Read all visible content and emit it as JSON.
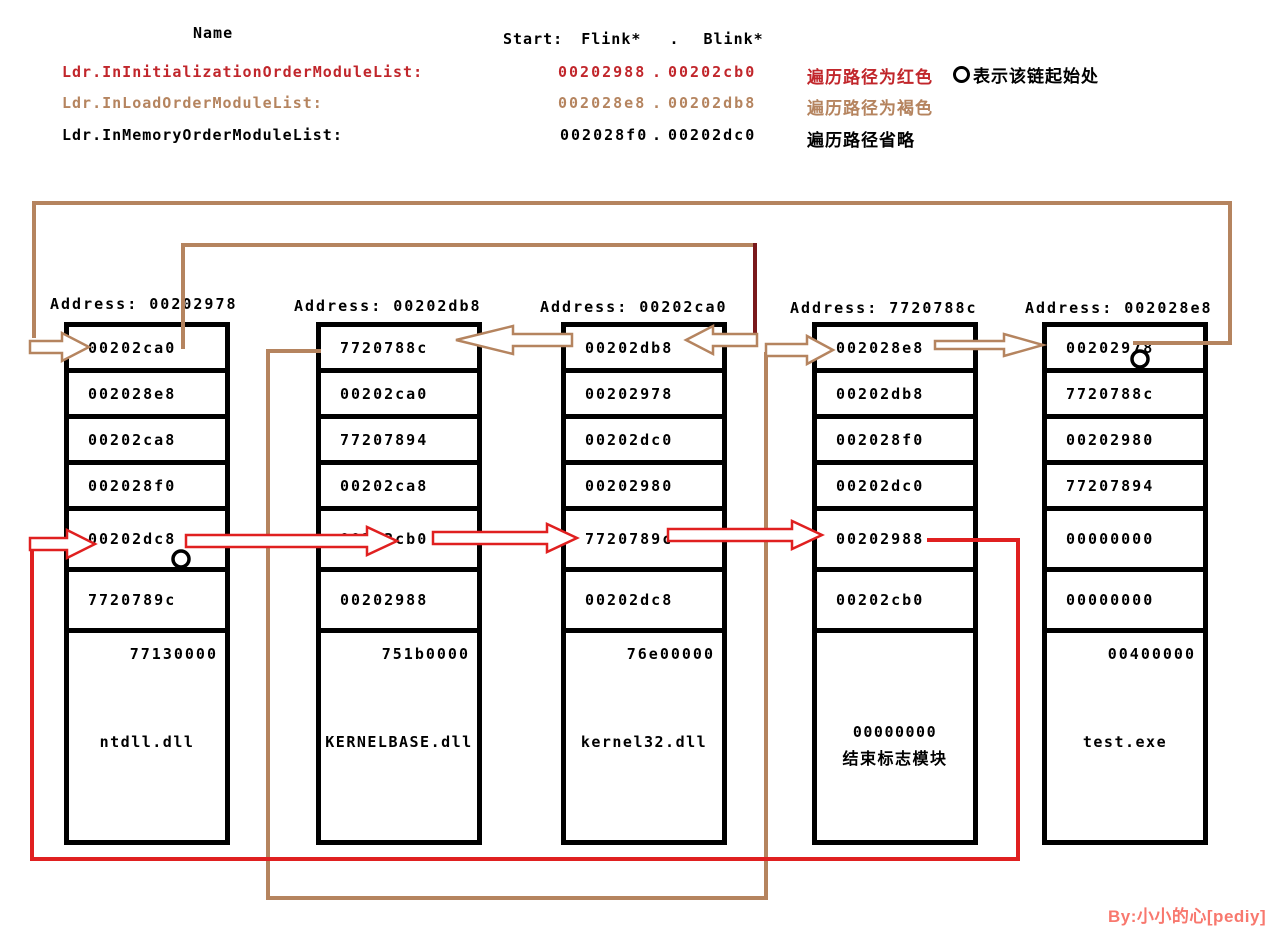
{
  "header": {
    "name_label": "Name",
    "start_label": "Start:",
    "flink_label": "Flink*",
    "dot": ".",
    "blink_label": "Blink*",
    "legend": "表示该链起始处",
    "rows": [
      {
        "name": "Ldr.InInitializationOrderModuleList:",
        "flink": "00202988",
        "dot": ".",
        "blink": "00202cb0",
        "note": "遍历路径为红色",
        "color": "#c1262b"
      },
      {
        "name": "Ldr.InLoadOrderModuleList:",
        "flink": "002028e8",
        "dot": ".",
        "blink": "00202db8",
        "note": "遍历路径为褐色",
        "color": "#b5845f"
      },
      {
        "name": "Ldr.InMemoryOrderModuleList:",
        "flink": "002028f0",
        "dot": ".",
        "blink": "00202dc0",
        "note": "遍历路径省略",
        "color": "#000000"
      }
    ]
  },
  "boxes": [
    {
      "address_label": "Address:",
      "address": "00202978",
      "cells": [
        "00202ca0",
        "002028e8",
        "00202ca8",
        "002028f0",
        "00202dc8",
        "7720789c"
      ],
      "base": "77130000",
      "module": "ntdll.dll",
      "start_marker": "red-chain-start"
    },
    {
      "address_label": "Address:",
      "address": "00202db8",
      "cells": [
        "7720788c",
        "00202ca0",
        "77207894",
        "00202ca8",
        "00202cb0",
        "00202988"
      ],
      "base": "751b0000",
      "module": "KERNELBASE.dll"
    },
    {
      "address_label": "Address:",
      "address": "00202ca0",
      "cells": [
        "00202db8",
        "00202978",
        "00202dc0",
        "00202980",
        "7720789c",
        "00202dc8"
      ],
      "base": "76e00000",
      "module": "kernel32.dll"
    },
    {
      "address_label": "Address:",
      "address": "7720788c",
      "cells": [
        "002028e8",
        "00202db8",
        "002028f0",
        "00202dc0",
        "00202988",
        "00202cb0"
      ],
      "module": "00000000",
      "module2": "结束标志模块"
    },
    {
      "address_label": "Address:",
      "address": "002028e8",
      "cells": [
        "00202978",
        "7720788c",
        "00202980",
        "77207894",
        "00000000",
        "00000000"
      ],
      "base": "00400000",
      "module": "test.exe",
      "start_marker": "brown-chain-start"
    }
  ],
  "colors": {
    "red_path": "#e02020",
    "brown_path": "#b5845f",
    "maroon_segment": "#7a191c",
    "header_red": "#c1262b",
    "footer_pink": "#f8786e",
    "black": "#000000"
  },
  "footer": {
    "credit": "By:小小的心[pediy]"
  }
}
